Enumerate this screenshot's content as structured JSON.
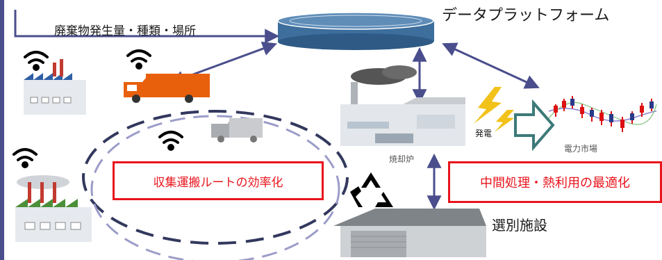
{
  "labels": {
    "waste_info": "廃棄物発生量・種類・場所",
    "data_platform": "データプラットフォーム",
    "power_gen": "発電",
    "power_market": "電力市場",
    "incinerator": "焼却炉",
    "sorting_facility": "選別施設"
  },
  "boxes": {
    "collection": "収集運搬ルートの効率化",
    "processing": "中間処理・熱利用の最適化"
  },
  "colors": {
    "arrow": "#4a4e8c",
    "red": "#e8141c",
    "truck_orange": "#e8600c",
    "platform_blue": "#3d6e9c",
    "green_arrow": "#3c7a78",
    "lightning": "#f2c21a"
  },
  "icons": [
    "wifi-icon",
    "factory-icon",
    "truck-icon",
    "recycle-icon",
    "lightning-icon",
    "warehouse-icon",
    "incinerator-icon",
    "candlestick-chart-icon"
  ]
}
